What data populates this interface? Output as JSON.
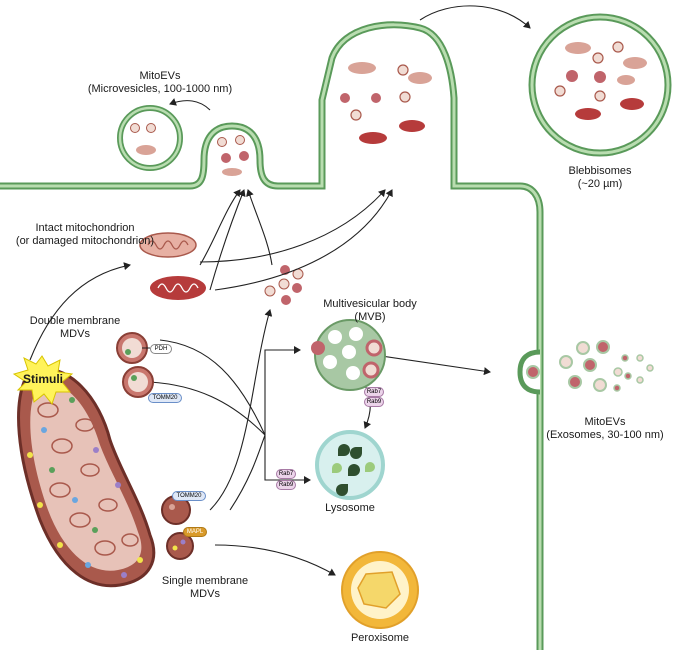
{
  "labels": {
    "mitoevs_micro": [
      "MitoEVs",
      "(Microvesicles, 100-1000 nm)"
    ],
    "blebbisomes": [
      "Blebbisomes",
      "(~20 µm)"
    ],
    "intact_mito": [
      "Intact mitochondrion",
      "(or damaged mitochondrion)"
    ],
    "double_mdvs": [
      "Double membrane",
      "MDVs"
    ],
    "single_mdvs": [
      "Single membrane",
      "MDVs"
    ],
    "mvb": [
      "Multivesicular body",
      "(MVB)"
    ],
    "mitoevs_exo": [
      "MitoEVs",
      "(Exosomes, 30-100 nm)"
    ],
    "lysosome": "Lysosome",
    "peroxisome": "Peroxisome",
    "stimuli": "Stimuli"
  },
  "tags": {
    "pdh": "PDH",
    "tomm20_a": "TOMM20",
    "tomm20_b": "TOMM20",
    "mapl": "MAPL",
    "rab7_mvb": "Rab7",
    "rab9_mvb": "Rab9",
    "rab7_lys": "Rab7",
    "rab9_lys": "Rab9"
  },
  "colors": {
    "membrane_outer": "#5a9a5a",
    "membrane_fill": "#b9ddb0",
    "mito_fill": "#a9594c",
    "mito_inner": "#e7c2b8",
    "vesicle_fill": "#f1dcd4",
    "vesicle_core": "#c0646b",
    "mvb_fill": "#a8c8a4",
    "lysosome_fill": "#d8f0ee",
    "lysosome_dot": "#2f4f2f",
    "peroxisome_outer": "#f2b73a",
    "peroxisome_core": "#f5d76a",
    "stimuli": "#fff35a",
    "tag_tomm20": "#dfe8f7",
    "tag_rab": "#ecd4ea",
    "tag_mapl": "#d99a2a",
    "arrow": "#222222"
  }
}
